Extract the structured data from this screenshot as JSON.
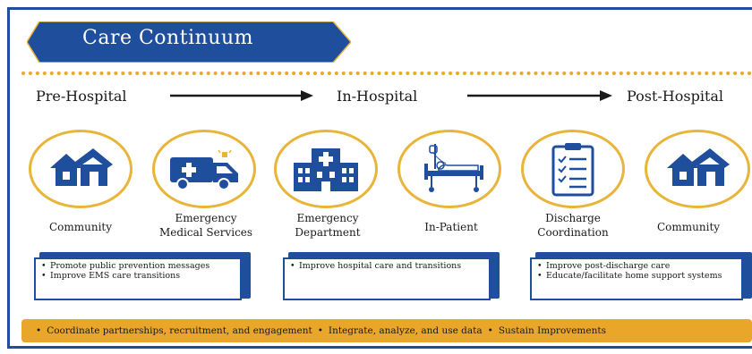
{
  "title": "Care Continuum",
  "stages": [
    "Pre-Hospital",
    "In-Hospital",
    "Post-Hospital"
  ],
  "nodes": [
    {
      "label_line1": "Community",
      "label_line2": "",
      "icon": "houses-icon"
    },
    {
      "label_line1": "Emergency",
      "label_line2": "Medical Services",
      "icon": "ambulance-icon"
    },
    {
      "label_line1": "Emergency",
      "label_line2": "Department",
      "icon": "hospital-icon"
    },
    {
      "label_line1": "In-Patient",
      "label_line2": "",
      "icon": "hospital-bed-icon"
    },
    {
      "label_line1": "Discharge",
      "label_line2": "Coordination",
      "icon": "clipboard-checklist-icon"
    },
    {
      "label_line1": "Community",
      "label_line2": "",
      "icon": "houses-icon"
    }
  ],
  "boxes": [
    {
      "items": [
        "Promote public prevention messages",
        "Improve EMS care transitions"
      ]
    },
    {
      "items": [
        "Improve hospital care and transitions"
      ]
    },
    {
      "items": [
        "Improve post-discharge care",
        "Educate/facilitate home support systems"
      ]
    }
  ],
  "footer_items": [
    "Coordinate partnerships, recruitment, and engagement",
    "Integrate, analyze, and use data",
    "Sustain Improvements"
  ],
  "colors": {
    "blue": "#1f4e9c",
    "gold": "#e9a629"
  }
}
